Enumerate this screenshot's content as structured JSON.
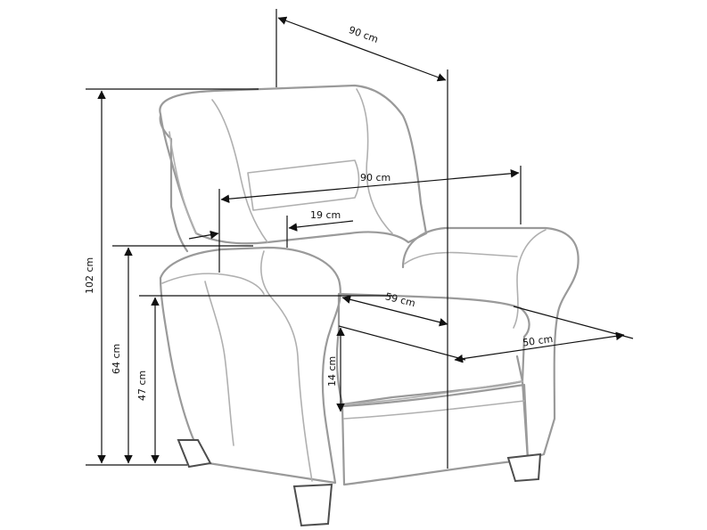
{
  "product": "armchair",
  "colors": {
    "outline": "#9a9a9a",
    "dimension": "#111111",
    "legs": "#4d4d4d"
  },
  "dimensions": {
    "width_top": "90 cm",
    "width_armrest": "90 cm",
    "armrest_width": "19 cm",
    "seat_depth": "59 cm",
    "armrest_depth": "50 cm",
    "seat_cushion_height": "14 cm",
    "total_height": "102 cm",
    "armrest_height": "64 cm",
    "seat_height": "47 cm"
  }
}
